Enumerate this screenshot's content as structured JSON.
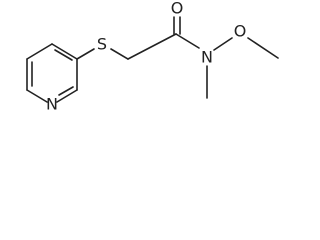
{
  "molecule": {
    "atoms": {
      "pyridine_n": "N",
      "sulfur": "S",
      "carbonyl_o": "O",
      "amide_n": "N",
      "methoxy_o": "O"
    }
  }
}
